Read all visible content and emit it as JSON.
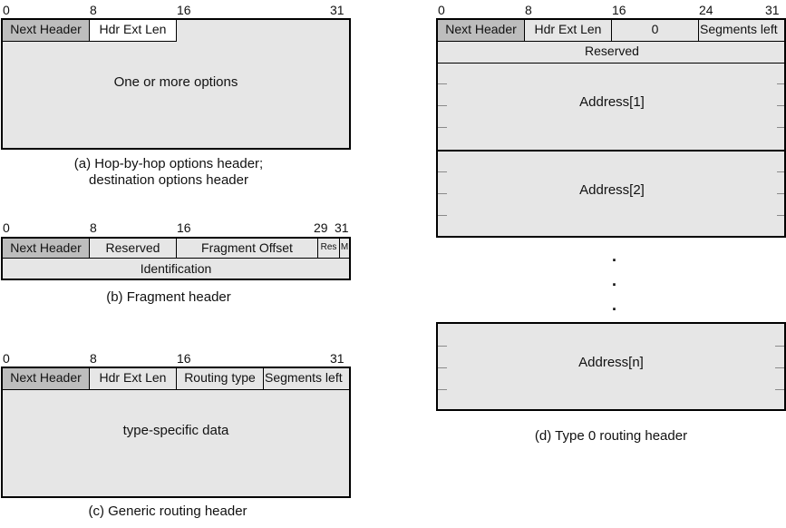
{
  "diagram_a": {
    "ticks": [
      "0",
      "8",
      "16",
      "31"
    ],
    "fields": [
      "Next Header",
      "Hdr Ext Len"
    ],
    "body": "One or more options",
    "caption_line1": "(a) Hop-by-hop options header;",
    "caption_line2": "destination options header"
  },
  "diagram_b": {
    "ticks": [
      "0",
      "8",
      "16",
      "29",
      "31"
    ],
    "fields": [
      "Next Header",
      "Reserved",
      "Fragment Offset",
      "Res",
      "M"
    ],
    "row2": "Identification",
    "caption": "(b) Fragment header"
  },
  "diagram_c": {
    "ticks": [
      "0",
      "8",
      "16",
      "31"
    ],
    "fields": [
      "Next Header",
      "Hdr Ext Len",
      "Routing type",
      "Segments left"
    ],
    "body": "type-specific data",
    "caption": "(c) Generic routing header"
  },
  "diagram_d": {
    "ticks": [
      "0",
      "8",
      "16",
      "24",
      "31"
    ],
    "fields": [
      "Next Header",
      "Hdr Ext Len",
      "0",
      "Segments left"
    ],
    "row2": "Reserved",
    "addresses": [
      "Address[1]",
      "Address[2]",
      "Address[n]"
    ],
    "ellipsis": [
      ".",
      ".",
      "."
    ],
    "caption": "(d) Type 0 routing header"
  }
}
